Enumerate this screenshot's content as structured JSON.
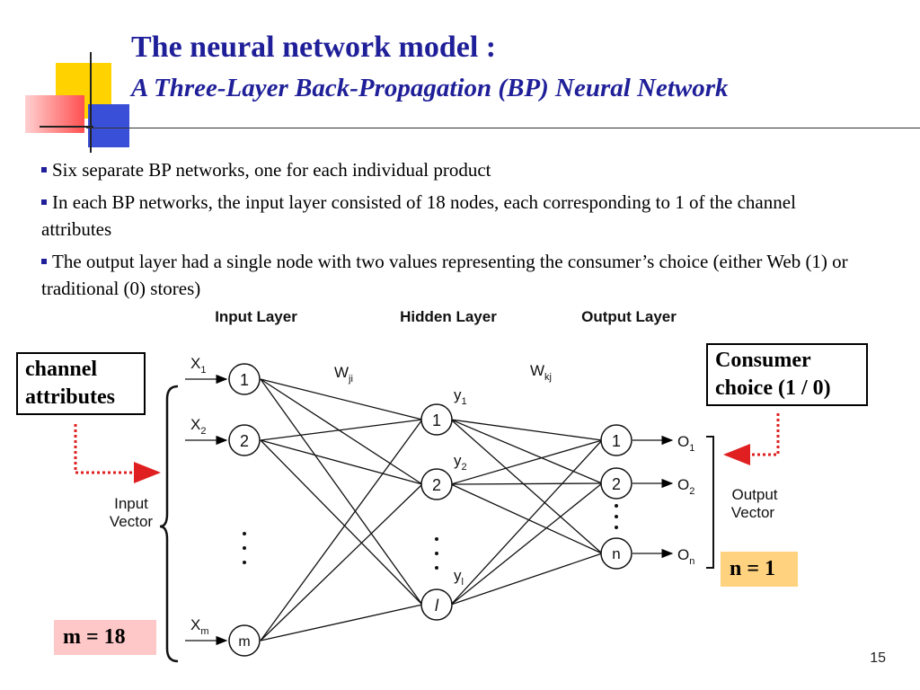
{
  "slide": {
    "title": "The neural network model :",
    "subtitle": "A Three-Layer Back-Propagation (BP) Neural Network",
    "page_number": "15"
  },
  "bullets": [
    {
      "text": "Six separate BP networks, one for each individual product"
    },
    {
      "text": "In each BP networks, the input layer consisted of 18 nodes, each corresponding to 1 of the channel attributes"
    },
    {
      "text": "The output layer had a single node with two values representing the consumer’s choice (either Web (1) or traditional (0) stores)"
    }
  ],
  "diagram": {
    "layer_headers": [
      "Input Layer",
      "Hidden Layer",
      "Output Layer"
    ],
    "weights": [
      "W",
      "ji",
      "W",
      "kj"
    ],
    "input_nodes": [
      "1",
      "2",
      "m"
    ],
    "input_labels": [
      [
        "X",
        "1"
      ],
      [
        "X",
        "2"
      ],
      [
        "X",
        "m"
      ]
    ],
    "hidden_nodes": [
      "1",
      "2",
      "l"
    ],
    "hidden_labels": [
      [
        "y",
        "1"
      ],
      [
        "y",
        "2"
      ],
      [
        "y",
        "l"
      ]
    ],
    "output_nodes": [
      "1",
      "2",
      "n"
    ],
    "output_labels": [
      [
        "O",
        "1"
      ],
      [
        "O",
        "2"
      ],
      [
        "O",
        "n"
      ]
    ],
    "input_vector_label": [
      "Input",
      "Vector"
    ],
    "output_vector_label": [
      "Output",
      "Vector"
    ]
  },
  "annotations": {
    "channel_attributes": [
      "channel",
      "attributes"
    ],
    "consumer_choice": [
      "Consumer",
      "choice (1 / 0)"
    ],
    "m_value": "m = 18",
    "n_value": "n = 1"
  },
  "colors": {
    "title": "#1f1f99",
    "arrow": "#e02020",
    "m_box": "#ffc8c8",
    "n_box": "#ffd27f"
  }
}
